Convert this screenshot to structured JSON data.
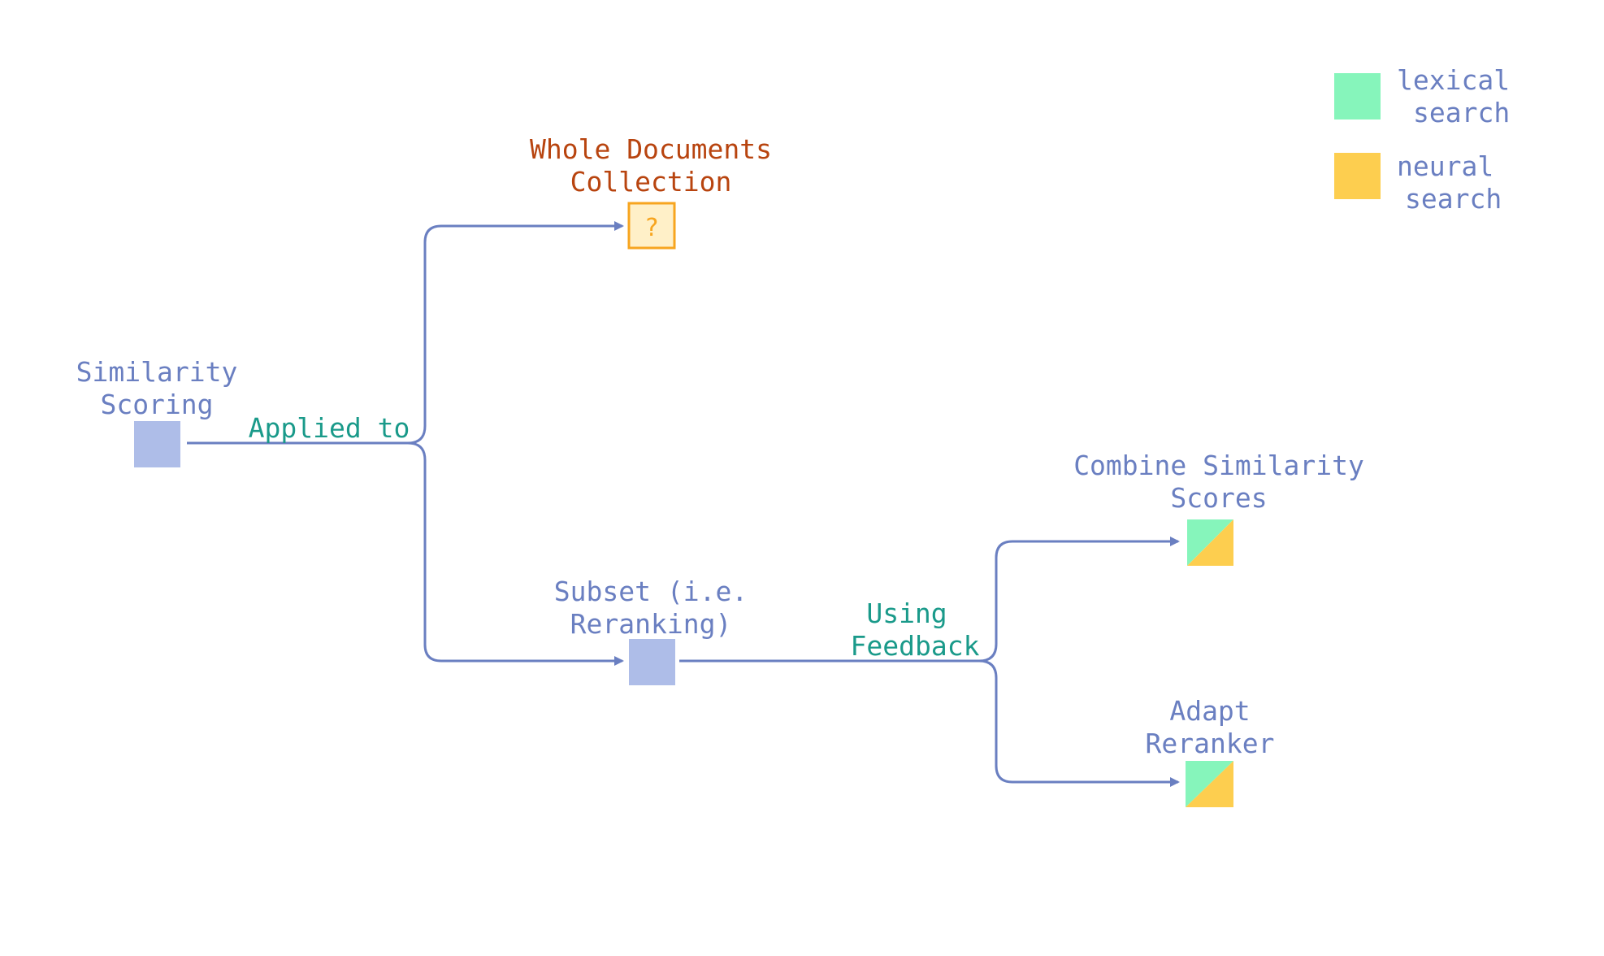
{
  "colors": {
    "edge": "#6a7fc1",
    "node_label": "#6a7fc1",
    "edge_label": "#1a9a8a",
    "question_label": "#b8440f",
    "node_fill": "#aebde8",
    "lexical": "#86f5bb",
    "neural": "#fdce4f",
    "question_fill": "#fff0c8",
    "question_border": "#f7a51f",
    "question_mark": "#f7a51f"
  },
  "nodes": {
    "similarity": {
      "line1": "Similarity",
      "line2": "Scoring"
    },
    "whole": {
      "line1": "Whole Documents",
      "line2": "Collection",
      "mark": "?"
    },
    "subset": {
      "line1": "Subset (i.e.",
      "line2": "Reranking)"
    },
    "combine": {
      "line1": "Combine Similarity",
      "line2": "Scores"
    },
    "adapt": {
      "line1": "Adapt",
      "line2": "Reranker"
    }
  },
  "edges": {
    "applied_to": "Applied to",
    "using_feedback": {
      "line1": "Using",
      "line2": "Feedback"
    }
  },
  "legend": {
    "lexical": {
      "line1": "lexical",
      "line2": "search"
    },
    "neural": {
      "line1": "neural",
      "line2": "search"
    }
  }
}
